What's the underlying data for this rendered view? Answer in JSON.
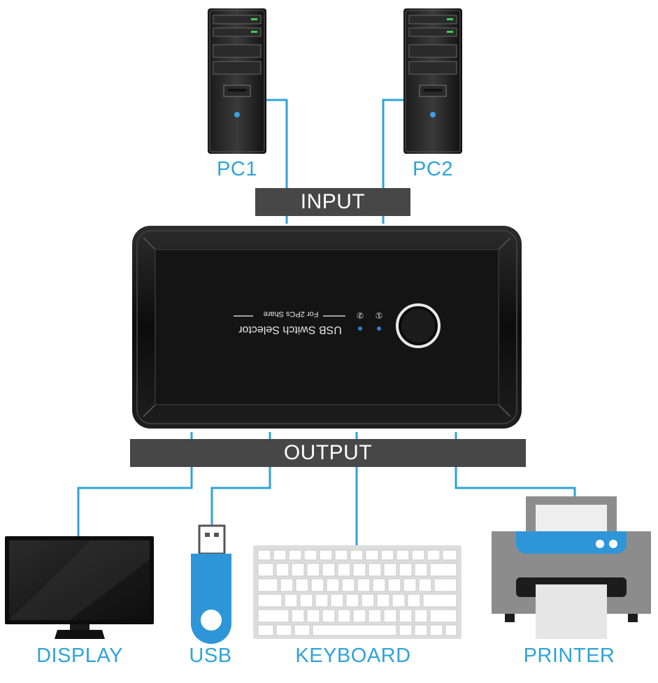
{
  "inputs": [
    {
      "label": "PC1"
    },
    {
      "label": "PC2"
    }
  ],
  "input_bar": {
    "label": "INPUT"
  },
  "device": {
    "name": "USB Switch Selector",
    "subtitle": "For 2PCs Share",
    "indicator_1": "①",
    "indicator_2": "②"
  },
  "output_bar": {
    "label": "OUTPUT"
  },
  "outputs": [
    {
      "label": "DISPLAY"
    },
    {
      "label": "USB"
    },
    {
      "label": "KEYBOARD"
    },
    {
      "label": "PRINTER"
    }
  ],
  "colors": {
    "accent": "#2fa3d8",
    "bar": "#474747",
    "device_body": "#111111",
    "led": "#2f7fd6"
  }
}
